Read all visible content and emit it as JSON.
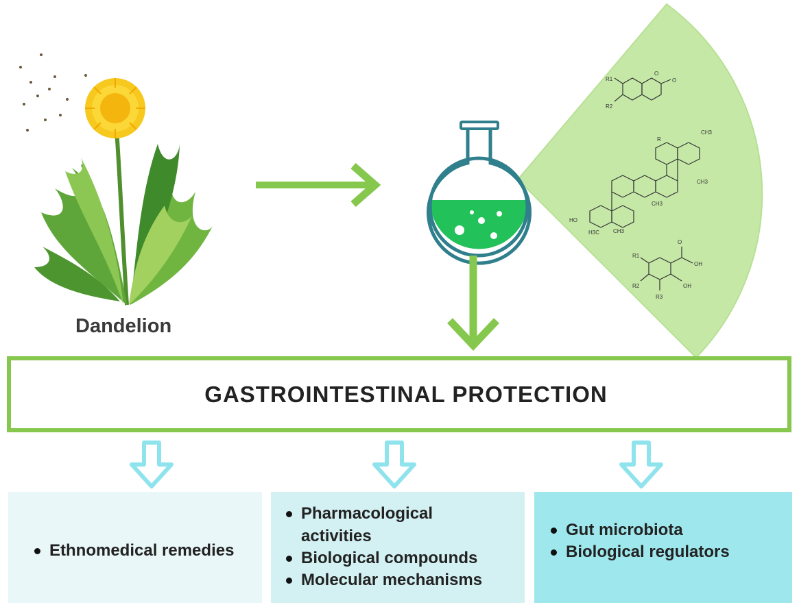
{
  "plant": {
    "label": "Dandelion"
  },
  "center": {
    "title": "GASTROINTESTINAL PROTECTION"
  },
  "panels": [
    {
      "items": [
        "Ethnomedical remedies"
      ]
    },
    {
      "items": [
        "Pharmacological activities",
        "Biological compounds",
        "Molecular mechanisms"
      ]
    },
    {
      "items": [
        "Gut microbiota",
        "Biological regulators"
      ]
    }
  ],
  "structures": {
    "coumarin": {
      "r1": "R1",
      "r2": "R2",
      "o": "O"
    },
    "triterpene": {
      "r": "R",
      "me": "CH3",
      "me2": "H3C",
      "ho": "HO"
    },
    "phenolic_acid": {
      "r1": "R1",
      "r2": "R2",
      "r3": "R3",
      "oh": "OH",
      "cooh": "OH",
      "o": "O"
    }
  },
  "colors": {
    "green_arrow": "#86c84d",
    "green_fill": "#c5e8a7",
    "flask_outline": "#2f7f8c",
    "flask_liquid": "#22c15a",
    "cyan_arrow": "#8fe3ec",
    "panel_1": "#e9f7f8",
    "panel_2": "#d3f1f3",
    "panel_3": "#9ee7ec"
  },
  "icons": [
    "dandelion-plant-icon",
    "right-arrow-icon",
    "flask-icon",
    "down-arrow-icon",
    "chemical-structure-icon",
    "outline-down-arrow-icon"
  ]
}
